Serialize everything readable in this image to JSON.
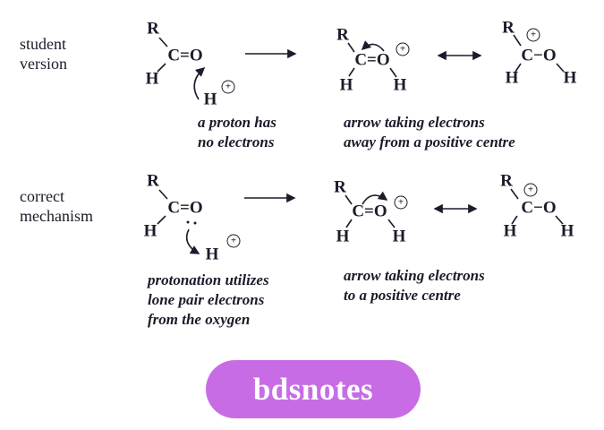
{
  "page": {
    "background": "#ffffff",
    "ink_color": "#1b1b2a"
  },
  "rows": [
    {
      "label_line1": "student",
      "label_line2": "version",
      "caption1_line1": "a proton has",
      "caption1_line2": "no electrons",
      "caption2_line1": "arrow taking electrons",
      "caption2_line2": "away from a positive centre"
    },
    {
      "label_line1": "correct",
      "label_line2": "mechanism",
      "caption1_line1": "protonation utilizes",
      "caption1_line2": "lone pair electrons",
      "caption1_line3": "from the oxygen",
      "caption2_line1": "arrow taking electrons",
      "caption2_line2": "to a positive centre"
    }
  ],
  "symbols": {
    "r": "R",
    "c_double_o": "C=O",
    "c_single_o": "C−O",
    "h": "H",
    "plus": "+"
  },
  "badge": {
    "text": "bdsnotes",
    "background": "#c86ce6",
    "text_color": "#ffffff"
  }
}
